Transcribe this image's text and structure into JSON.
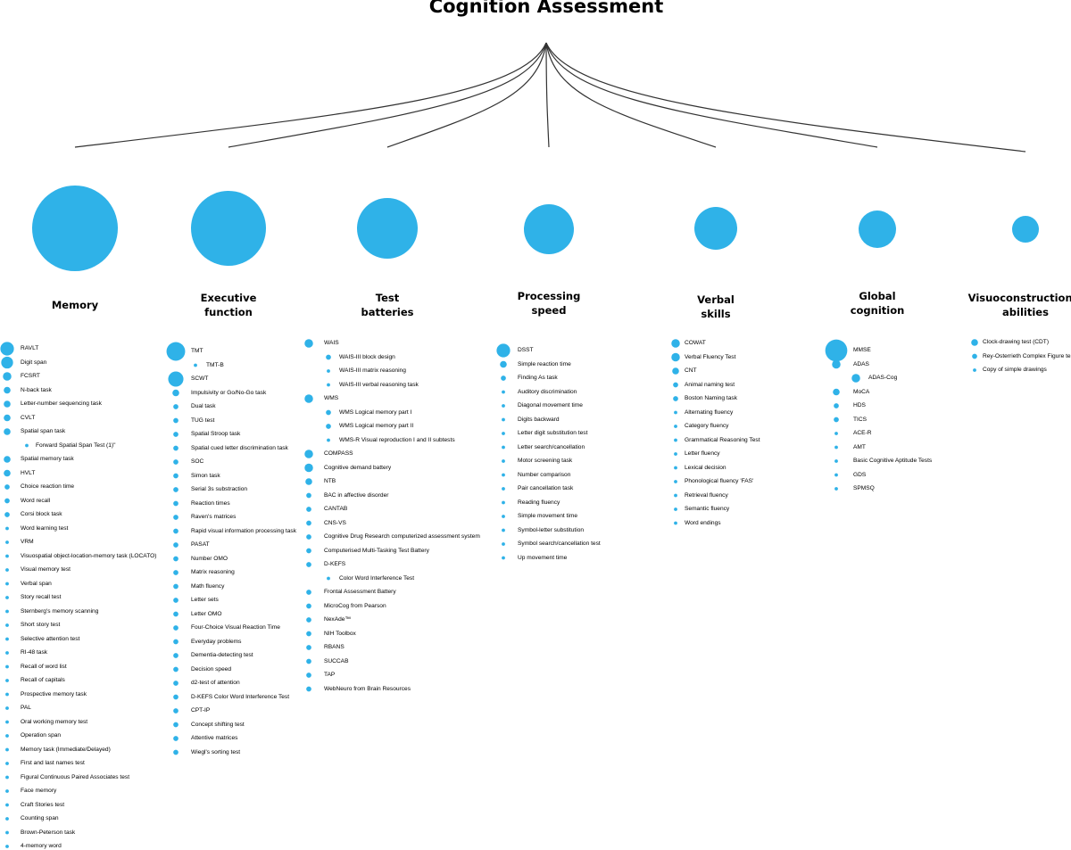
{
  "title": "Cognition Assessment",
  "colors": {
    "bubble": "#2fb2e8",
    "line": "#333333"
  },
  "categories": [
    {
      "name1": "Memory",
      "name2": "",
      "size": 48,
      "items": [
        [
          "RAVLT",
          8
        ],
        [
          "Digit span",
          7
        ],
        [
          "FCSRT",
          5
        ],
        [
          "N-back task",
          4
        ],
        [
          "Letter-number sequencing task",
          4
        ],
        [
          "CVLT",
          4
        ],
        [
          "Spatial span task",
          4
        ],
        [
          "Forward Spatial Span Test (1)\"",
          2,
          1
        ],
        [
          "Spatial memory task",
          4
        ],
        [
          "HVLT",
          4
        ],
        [
          "Choice reaction time",
          3
        ],
        [
          "Word recall",
          3
        ],
        [
          "Corsi block task",
          3
        ],
        [
          "Word learning test",
          2
        ],
        [
          "VRM",
          2
        ],
        [
          "Visuospatial object-location-memory task (LOCATO)",
          2
        ],
        [
          "Visual memory test",
          2
        ],
        [
          "Verbal span",
          2
        ],
        [
          "Story recall test",
          2
        ],
        [
          "Sternberg's memory scanning",
          2
        ],
        [
          "Short story test",
          2
        ],
        [
          "Selective attention test",
          2
        ],
        [
          "RI-48 task",
          2
        ],
        [
          "Recall of word list",
          2
        ],
        [
          "Recall of capitals",
          2
        ],
        [
          "Prospective memory task",
          2
        ],
        [
          "PAL",
          2
        ],
        [
          "Oral working memory test",
          2
        ],
        [
          "Operation span",
          2
        ],
        [
          "Memory task (Immediate/Delayed)",
          2
        ],
        [
          "First and last names test",
          2
        ],
        [
          "Figural Continuous Paired Associates test",
          2
        ],
        [
          "Face memory",
          2
        ],
        [
          "Craft Stories test",
          2
        ],
        [
          "Counting span",
          2
        ],
        [
          "Brown-Peterson task",
          2
        ],
        [
          "4-memory word",
          2
        ]
      ]
    },
    {
      "name1": "Executive",
      "name2": "function",
      "size": 42,
      "items": [
        [
          "TMT",
          11
        ],
        [
          "TMT-B",
          2,
          1
        ],
        [
          "SCWT",
          9
        ],
        [
          "Impulsivity or Go/No-Go task",
          4
        ],
        [
          "Dual task",
          3
        ],
        [
          "TUG test",
          3
        ],
        [
          "Spatial Stroop task",
          3
        ],
        [
          "Spatial cued letter discrimination task",
          3
        ],
        [
          "SOC",
          3
        ],
        [
          "Simon task",
          3
        ],
        [
          "Serial 3s substraction",
          3
        ],
        [
          "Reaction times",
          3
        ],
        [
          "Raven's matrices",
          3
        ],
        [
          "Rapid visual information processing task",
          3
        ],
        [
          "PASAT",
          3
        ],
        [
          "Number OMO",
          3
        ],
        [
          "Matrix reasoning",
          3
        ],
        [
          "Math fluency",
          3
        ],
        [
          "Letter sets",
          3
        ],
        [
          "Letter OMO",
          3
        ],
        [
          "Four-Choice Visual Reaction Time",
          3
        ],
        [
          "Everyday problems",
          3
        ],
        [
          "Dementia-detecting test",
          3
        ],
        [
          "Decision speed",
          3
        ],
        [
          "d2-test of attention",
          3
        ],
        [
          "D-KEFS Color Word Interference Test",
          3
        ],
        [
          "CPT-IP",
          3
        ],
        [
          "Concept shifting test",
          3
        ],
        [
          "Attentive matrices",
          3
        ],
        [
          "Wiegl's sorting test",
          3
        ]
      ]
    },
    {
      "name1": "Test",
      "name2": "batteries",
      "size": 34,
      "items": [
        [
          "WAIS",
          5
        ],
        [
          "WAIS-III block design",
          3,
          1
        ],
        [
          "WAIS-III matrix reasoning",
          2,
          1
        ],
        [
          "WAIS-III verbal reasoning task",
          2,
          1
        ],
        [
          "WMS",
          5
        ],
        [
          "WMS Logical memory part I",
          3,
          1
        ],
        [
          "WMS Logical memory part II",
          3,
          1
        ],
        [
          "WMS-R Visual reproduction I and II subtests",
          2,
          1
        ],
        [
          "COMPASS",
          5
        ],
        [
          "Cognitive demand battery",
          5
        ],
        [
          "NTB",
          4
        ],
        [
          "BAC in affective disorder",
          3
        ],
        [
          "CANTAB",
          3
        ],
        [
          "CNS-VS",
          3
        ],
        [
          "Cognitive Drug Research computerized assessment system",
          3
        ],
        [
          "Computerised Multi-Tasking Test Battery",
          3
        ],
        [
          "D-KEFS",
          3
        ],
        [
          "Color Word Interference Test",
          2,
          1
        ],
        [
          "Frontal Assessment Battery",
          3
        ],
        [
          "MicroCog from Pearson",
          3
        ],
        [
          "NexAde™",
          3
        ],
        [
          "NIH Toolbox",
          3
        ],
        [
          "RBANS",
          3
        ],
        [
          "SUCCAB",
          3
        ],
        [
          "TAP",
          3
        ],
        [
          "WebNeuro from Brain Resources",
          3
        ]
      ]
    },
    {
      "name1": "Processing",
      "name2": "speed",
      "size": 28,
      "items": [
        [
          "DSST",
          8
        ],
        [
          "Simple reaction time",
          4
        ],
        [
          "Finding As task",
          3
        ],
        [
          "Auditory discrimination",
          2
        ],
        [
          "Diagonal movement time",
          2
        ],
        [
          "Digits backward",
          2
        ],
        [
          "Letter digit substitution test",
          2
        ],
        [
          "Letter search/cancellation",
          2
        ],
        [
          "Motor screening task",
          2
        ],
        [
          "Number comparison",
          2
        ],
        [
          "Pair cancellation task",
          2
        ],
        [
          "Reading fluency",
          2
        ],
        [
          "Simple movement time",
          2
        ],
        [
          "Symbol-letter substitution",
          2
        ],
        [
          "Symbol search/cancellation test",
          2
        ],
        [
          "Up movement time",
          2
        ]
      ]
    },
    {
      "name1": "Verbal",
      "name2": "skills",
      "size": 24,
      "items": [
        [
          "COWAT",
          5
        ],
        [
          "Verbal Fluency Test",
          5
        ],
        [
          "CNT",
          4
        ],
        [
          "Animal naming test",
          3
        ],
        [
          "Boston Naming task",
          3
        ],
        [
          "Alternating fluency",
          2
        ],
        [
          "Category fluency",
          2
        ],
        [
          "Grammatical Reasoning Test",
          2
        ],
        [
          "Letter fluency",
          2
        ],
        [
          "Lexical decision",
          2
        ],
        [
          "Phonological fluency 'FAS'",
          2
        ],
        [
          "Retrieval fluency",
          2
        ],
        [
          "Semantic fluency",
          2
        ],
        [
          "Word endings",
          2
        ]
      ]
    },
    {
      "name1": "Global",
      "name2": "cognition",
      "size": 21,
      "items": [
        [
          "MMSE",
          13
        ],
        [
          "ADAS",
          5
        ],
        [
          "ADAS-Cog",
          5,
          1
        ],
        [
          "MoCA",
          4
        ],
        [
          "HDS",
          3
        ],
        [
          "TICS",
          3
        ],
        [
          "ACE-R",
          2
        ],
        [
          "AMT",
          2
        ],
        [
          "Basic Cognitive Aptitude Tests",
          2
        ],
        [
          "GDS",
          2
        ],
        [
          "SPMSQ",
          2
        ]
      ]
    },
    {
      "name1": "Visuoconstructional",
      "name2": "abilities",
      "size": 15,
      "items": [
        [
          "Clock-drawing test (CDT)",
          4
        ],
        [
          "Rey-Osterrieth Complex Figure test",
          3
        ],
        [
          "Copy of simple drawings",
          2
        ]
      ]
    }
  ]
}
